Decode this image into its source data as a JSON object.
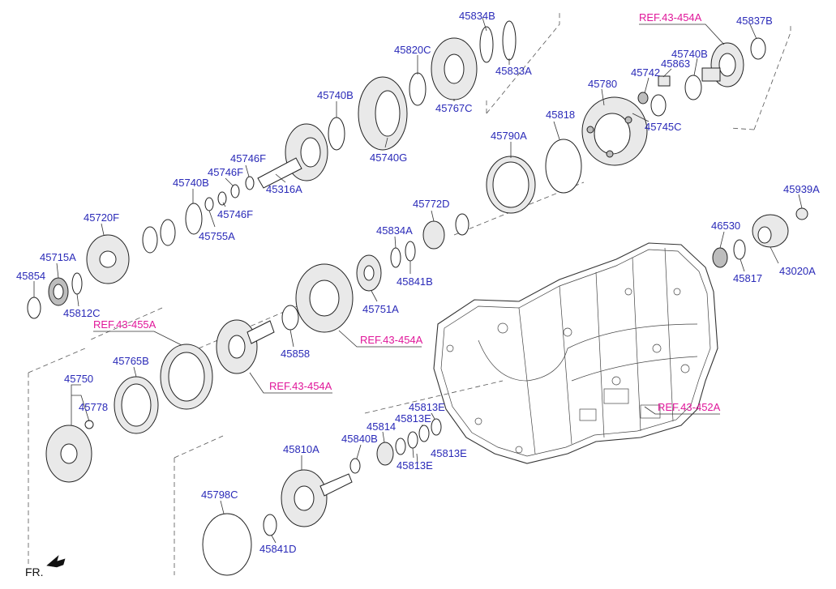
{
  "diagram": {
    "parts": [
      {
        "id": "45834B",
        "label": "45834B"
      },
      {
        "id": "45837B",
        "label": "45837B"
      },
      {
        "id": "45820C",
        "label": "45820C"
      },
      {
        "id": "45833A",
        "label": "45833A"
      },
      {
        "id": "45740B",
        "label": "45740B"
      },
      {
        "id": "45863",
        "label": "45863"
      },
      {
        "id": "45742",
        "label": "45742"
      },
      {
        "id": "45780",
        "label": "45780"
      },
      {
        "id": "45767C",
        "label": "45767C"
      },
      {
        "id": "45740B-mid",
        "label": "45740B"
      },
      {
        "id": "45818",
        "label": "45818"
      },
      {
        "id": "45745C",
        "label": "45745C"
      },
      {
        "id": "45790A",
        "label": "45790A"
      },
      {
        "id": "45746F-a",
        "label": "45746F"
      },
      {
        "id": "45740G",
        "label": "45740G"
      },
      {
        "id": "45746F-b",
        "label": "45746F"
      },
      {
        "id": "45316A",
        "label": "45316A"
      },
      {
        "id": "45740B-left",
        "label": "45740B"
      },
      {
        "id": "45746F-c",
        "label": "45746F"
      },
      {
        "id": "45772D",
        "label": "45772D"
      },
      {
        "id": "45939A",
        "label": "45939A"
      },
      {
        "id": "45720F",
        "label": "45720F"
      },
      {
        "id": "45755A",
        "label": "45755A"
      },
      {
        "id": "46530",
        "label": "46530"
      },
      {
        "id": "45834A",
        "label": "45834A"
      },
      {
        "id": "45715A",
        "label": "45715A"
      },
      {
        "id": "43020A",
        "label": "43020A"
      },
      {
        "id": "45854",
        "label": "45854"
      },
      {
        "id": "45841B",
        "label": "45841B"
      },
      {
        "id": "45817",
        "label": "45817"
      },
      {
        "id": "45812C",
        "label": "45812C"
      },
      {
        "id": "45751A",
        "label": "45751A"
      },
      {
        "id": "45858",
        "label": "45858"
      },
      {
        "id": "45765B",
        "label": "45765B"
      },
      {
        "id": "45750",
        "label": "45750"
      },
      {
        "id": "45778",
        "label": "45778"
      },
      {
        "id": "45813E-a",
        "label": "45813E"
      },
      {
        "id": "45813E-b",
        "label": "45813E"
      },
      {
        "id": "45814",
        "label": "45814"
      },
      {
        "id": "45840B",
        "label": "45840B"
      },
      {
        "id": "45813E-c",
        "label": "45813E"
      },
      {
        "id": "45810A",
        "label": "45810A"
      },
      {
        "id": "45813E-d",
        "label": "45813E"
      },
      {
        "id": "45798C",
        "label": "45798C"
      },
      {
        "id": "45841D",
        "label": "45841D"
      }
    ],
    "references": [
      {
        "id": "ref-43-454a-top",
        "label": "REF.43-454A"
      },
      {
        "id": "ref-43-455a",
        "label": "REF.43-455A"
      },
      {
        "id": "ref-43-454a-mid",
        "label": "REF.43-454A"
      },
      {
        "id": "ref-43-454a-low",
        "label": "REF.43-454A"
      },
      {
        "id": "ref-43-452a",
        "label": "REF.43-452A"
      }
    ],
    "orientation_label": "FR.",
    "colors": {
      "part_label": "#2a2ab8",
      "reference_label": "#e0179a",
      "line": "#222222",
      "background": "#ffffff"
    }
  }
}
